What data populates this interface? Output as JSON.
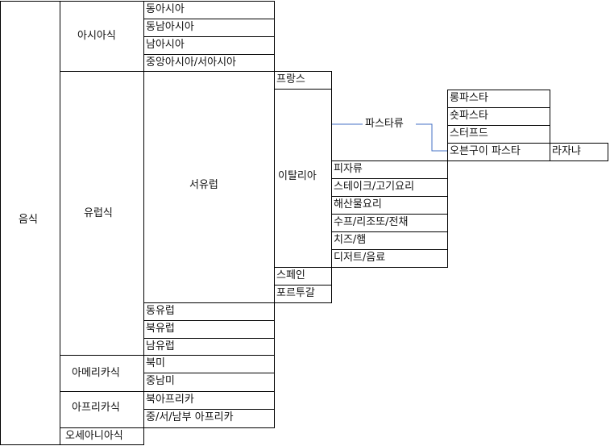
{
  "root": "음식",
  "cuisines": {
    "asia": {
      "label": "아시아식",
      "regions": [
        "동아시아",
        "동남아시아",
        "남아시아",
        "중앙아시아/서아시아"
      ]
    },
    "europe": {
      "label": "유럽식",
      "west": "서유럽",
      "other": [
        "동유럽",
        "북유럽",
        "남유럽"
      ]
    },
    "america": {
      "label": "아메리카식",
      "regions": [
        "북미",
        "중남미"
      ]
    },
    "africa": {
      "label": "아프리카식",
      "regions": [
        "북아프리카",
        "중/서/남부 아프리카"
      ]
    },
    "oceania": {
      "label": "오세아니아식"
    }
  },
  "west_europe": {
    "france": "프랑스",
    "italy": "이탈리아",
    "spain": "스페인",
    "portugal": "포르투갈"
  },
  "italy": {
    "pasta": "파스타류",
    "categories": [
      "피자류",
      "스테이크/고기요리",
      "해산물요리",
      "수프/리조또/전채",
      "치즈/햄",
      "디저트/음료"
    ]
  },
  "pasta": {
    "types": [
      "롱파스타",
      "숏파스타",
      "스터프드",
      "오븐구이 파스타"
    ],
    "oven_baked_example": "라자냐"
  },
  "colors": {
    "connector": "#4472c4",
    "border": "#000000"
  }
}
